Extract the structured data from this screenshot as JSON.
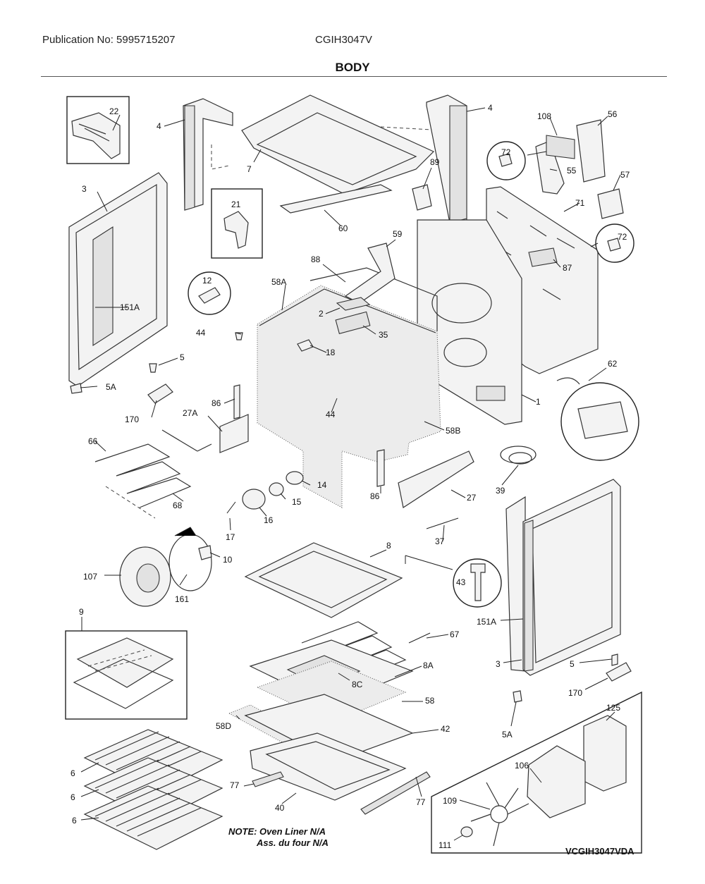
{
  "header": {
    "publication": "Publication No: 5995715207",
    "model": "CGIH3047V",
    "section": "BODY"
  },
  "parts": {
    "p1": "1",
    "p2": "2",
    "p3a": "3",
    "p3b": "3",
    "p4a": "4",
    "p4b": "4",
    "p5a": "5",
    "p5b": "5",
    "p5Aa": "5A",
    "p5Ab": "5A",
    "p6a": "6",
    "p6b": "6",
    "p6c": "6",
    "p7": "7",
    "p8": "8",
    "p8A": "8A",
    "p8C": "8C",
    "p9": "9",
    "p10": "10",
    "p12": "12",
    "p14": "14",
    "p15": "15",
    "p16": "16",
    "p17": "17",
    "p18": "18",
    "p21": "21",
    "p22": "22",
    "p27": "27",
    "p27A": "27A",
    "p35": "35",
    "p37": "37",
    "p39": "39",
    "p40": "40",
    "p42": "42",
    "p43": "43",
    "p44a": "44",
    "p44b": "44",
    "p55": "55",
    "p56": "56",
    "p57": "57",
    "p58": "58",
    "p58A": "58A",
    "p58B": "58B",
    "p58D": "58D",
    "p59": "59",
    "p60": "60",
    "p62": "62",
    "p66": "66",
    "p67": "67",
    "p68": "68",
    "p71": "71",
    "p72a": "72",
    "p72b": "72",
    "p77a": "77",
    "p77b": "77",
    "p86a": "86",
    "p86b": "86",
    "p87": "87",
    "p88": "88",
    "p89": "89",
    "p106": "106",
    "p107": "107",
    "p108": "108",
    "p109": "109",
    "p111": "111",
    "p125": "125",
    "p151Aa": "151A",
    "p151Ab": "151A",
    "p161": "161",
    "p170a": "170",
    "p170b": "170"
  },
  "note": {
    "line1": "NOTE: Oven Liner N/A",
    "line2": "Ass. du four N/A"
  },
  "diagram_code": "VCGIH3047VDA"
}
